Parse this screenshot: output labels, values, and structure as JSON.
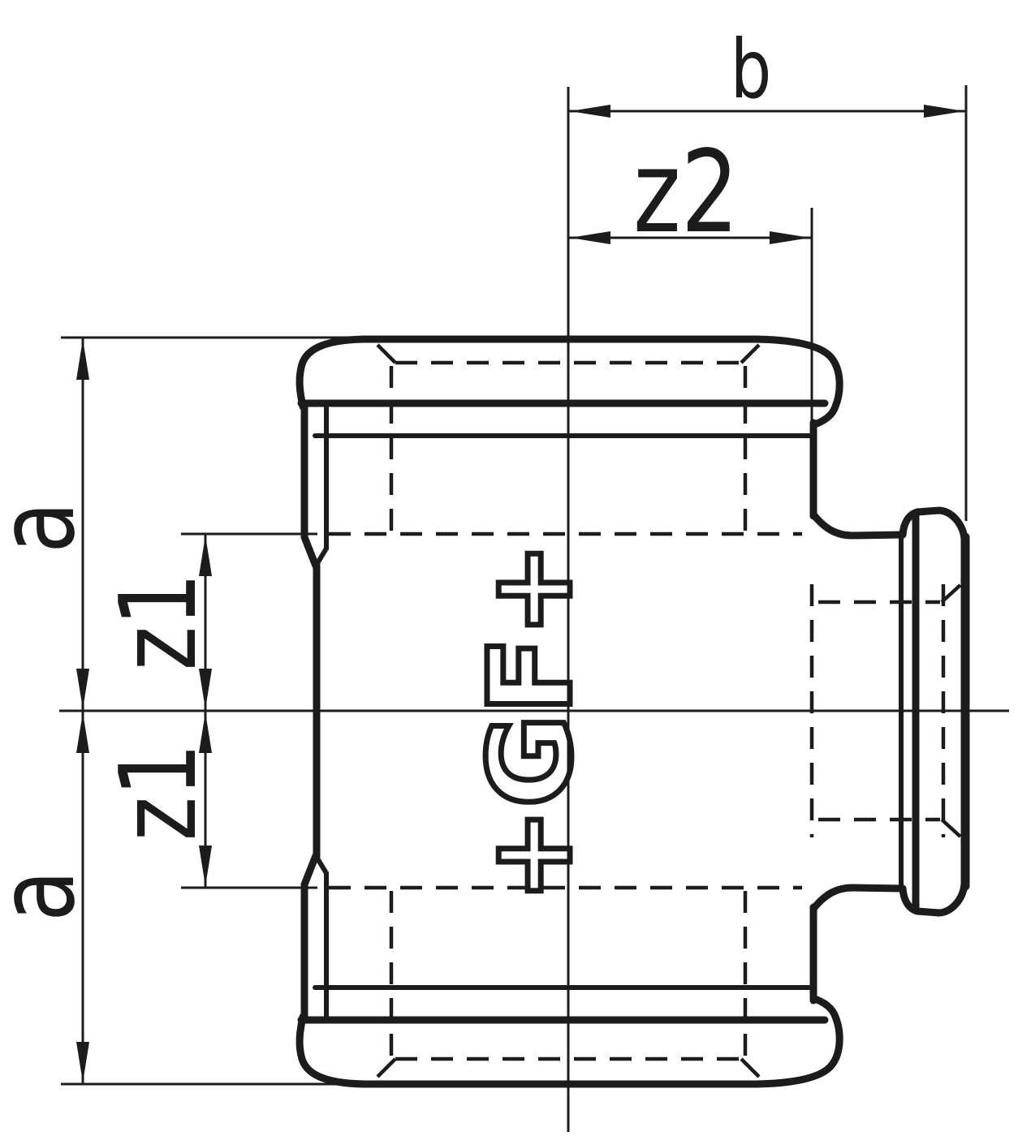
{
  "drawing": {
    "kind": "pipe-fitting-tee-technical-drawing",
    "logo": {
      "text": "+GF+"
    },
    "dimensions": {
      "b": {
        "label": "b"
      },
      "z2": {
        "label": "z2"
      },
      "a_top": {
        "label": "a"
      },
      "z1_top": {
        "label": "z1"
      },
      "z1_bottom": {
        "label": "z1"
      },
      "a_bottom": {
        "label": "a"
      }
    },
    "colors": {
      "line": "#1c1c1c",
      "background": "#ffffff"
    }
  }
}
